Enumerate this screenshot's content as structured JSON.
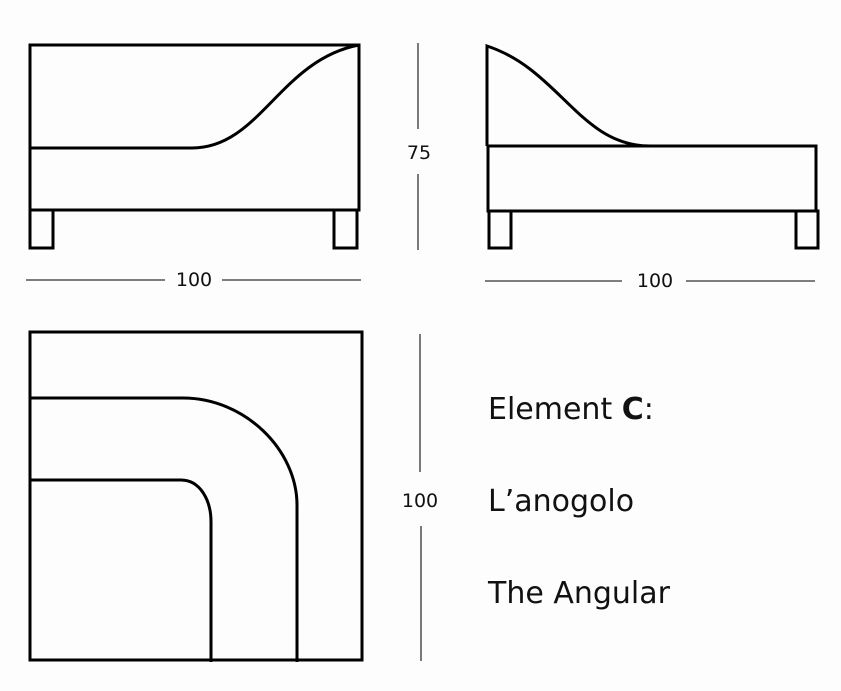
{
  "front_view": {
    "width_label": "100"
  },
  "side_view": {
    "height_label": "75",
    "depth_label": "100"
  },
  "plan_view": {
    "depth_label": "100"
  },
  "caption": {
    "element_prefix": "Element ",
    "element_letter": "C",
    "element_suffix": ":",
    "italian_name": "L’anogolo",
    "english_name": "The Angular"
  }
}
